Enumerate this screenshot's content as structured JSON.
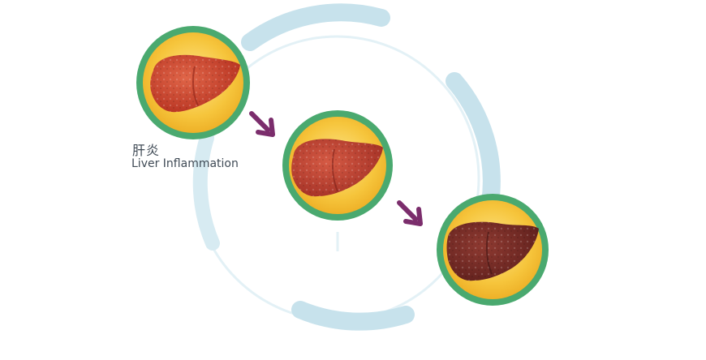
{
  "labels": {
    "stage1_zh": "肝炎",
    "stage1_en": "Liver Inflammation"
  },
  "stages": [
    {
      "name": "liver-inflammation",
      "liver_color": "#c8422e"
    },
    {
      "name": "liver-fibrosis",
      "liver_color": "#b83a2c"
    },
    {
      "name": "liver-cirrhosis",
      "liver_color": "#7b2a25"
    }
  ],
  "colors": {
    "ring_outer": "#c5e1ec",
    "ring_inner_line": "#d9ecf3",
    "badge_border": "#49a86e",
    "badge_fill": "#f5c43c",
    "arrow": "#7d2f6c"
  }
}
